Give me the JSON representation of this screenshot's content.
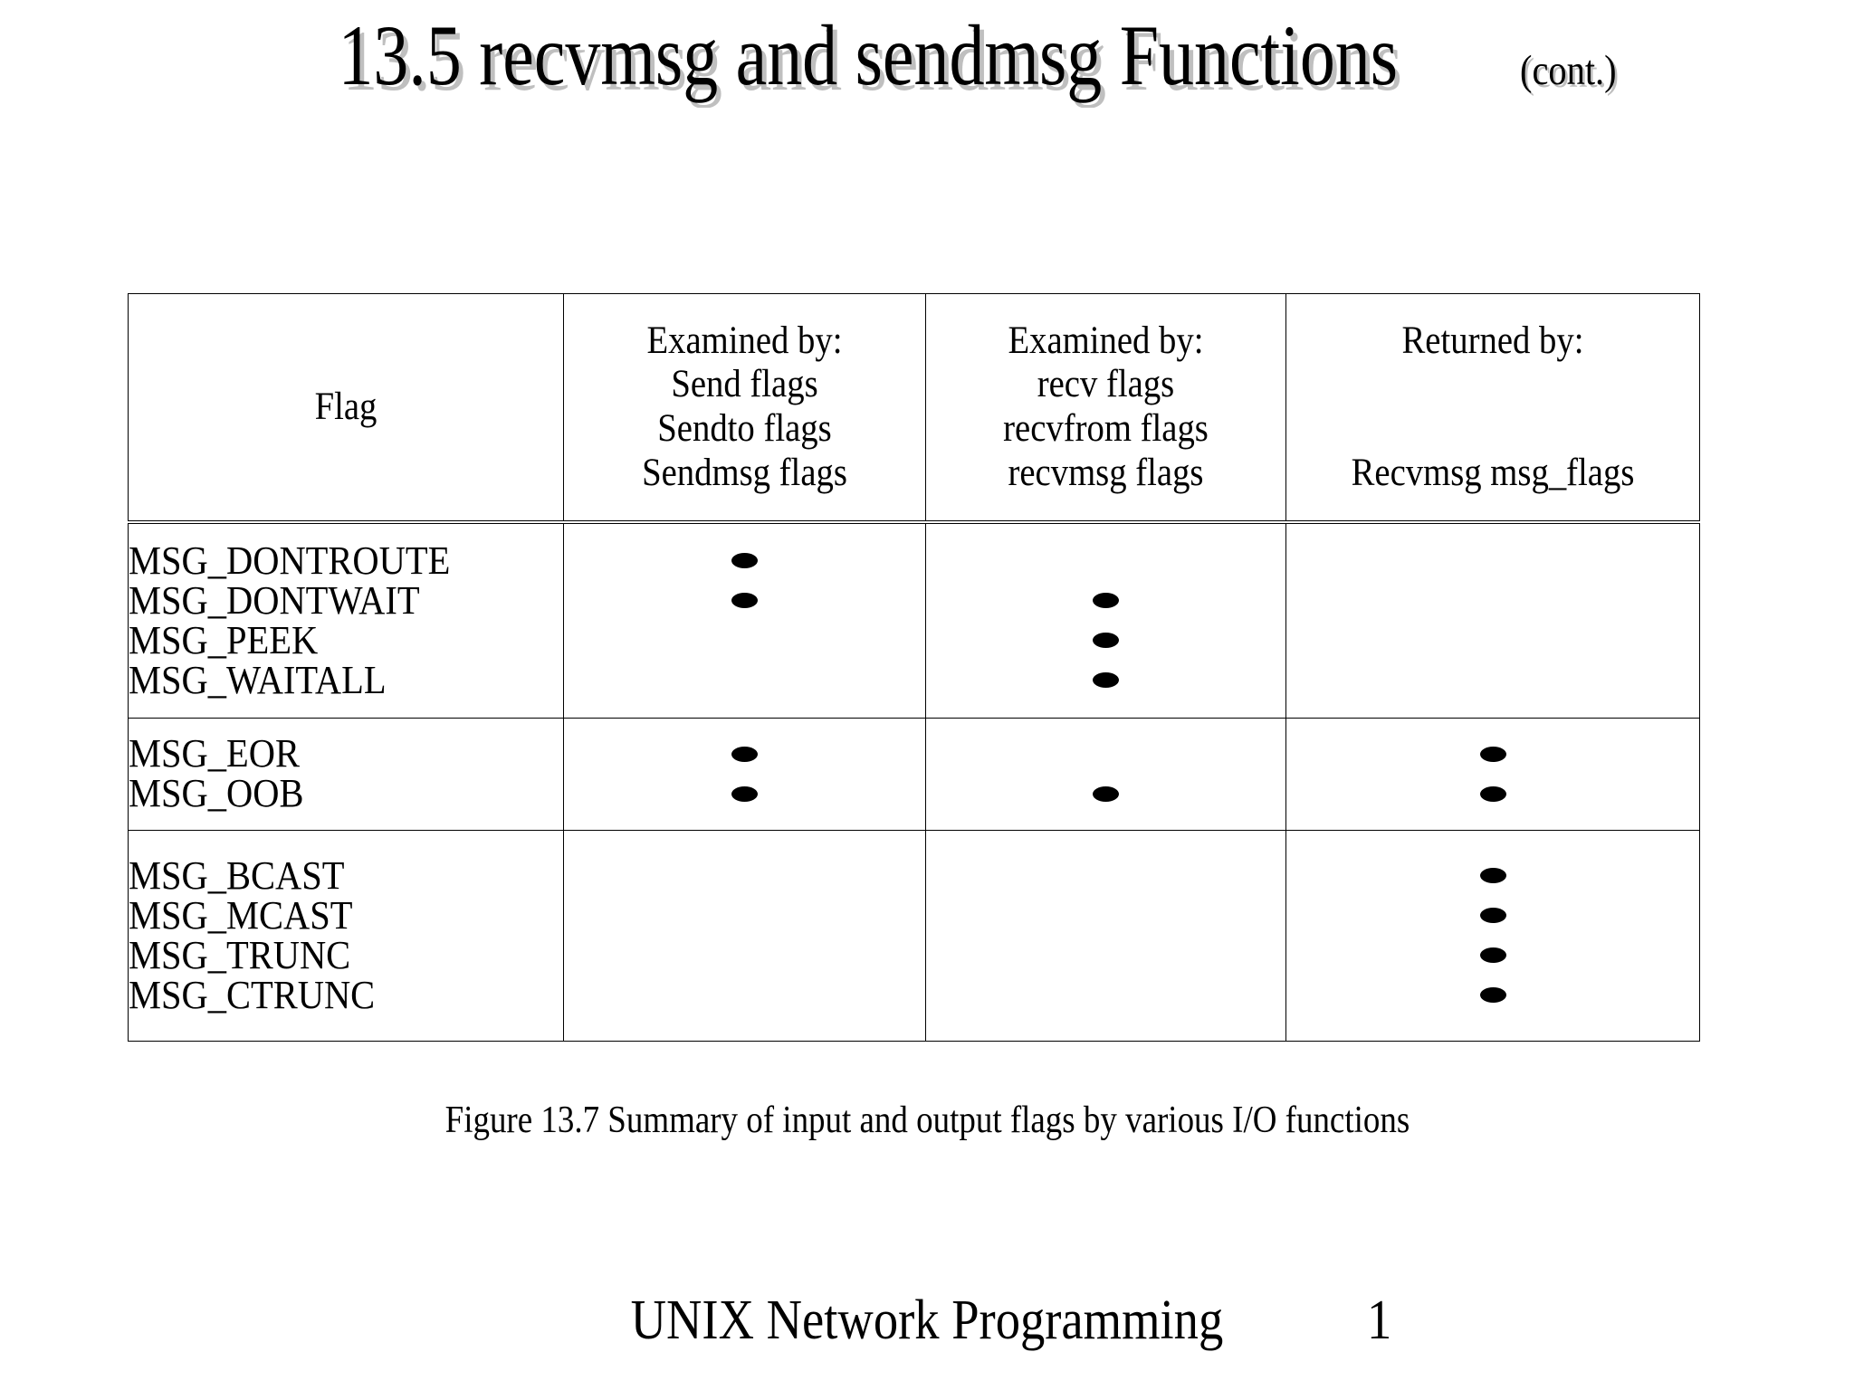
{
  "slide": {
    "title_main": "13.5 recvmsg and sendmsg Functions",
    "title_cont": "(cont.)",
    "figure_caption": "Figure 13.7 Summary of input and output flags by various I/O functions",
    "footer_text": "UNIX Network Programming",
    "page_number": "1",
    "background_color": "#ffffff",
    "text_color": "#000000",
    "title_shadow_color": "#bfbfbf"
  },
  "table": {
    "columns": [
      {
        "key": "flag",
        "lines": [
          "",
          "",
          "Flag",
          ""
        ]
      },
      {
        "key": "send",
        "lines": [
          "Examined by:",
          "Send flags",
          "Sendto flags",
          "Sendmsg flags"
        ]
      },
      {
        "key": "recv",
        "lines": [
          "Examined by:",
          "recv flags",
          "recvfrom flags",
          "recvmsg flags"
        ]
      },
      {
        "key": "returned",
        "lines": [
          "Returned by:",
          "",
          "",
          "Recvmsg msg_flags"
        ]
      }
    ],
    "groups": [
      {
        "rows": [
          {
            "flag": "MSG_DONTROUTE",
            "send": true,
            "recv": false,
            "returned": false
          },
          {
            "flag": "MSG_DONTWAIT",
            "send": true,
            "recv": true,
            "returned": false
          },
          {
            "flag": "MSG_PEEK",
            "send": false,
            "recv": true,
            "returned": false
          },
          {
            "flag": "MSG_WAITALL",
            "send": false,
            "recv": true,
            "returned": false
          }
        ]
      },
      {
        "rows": [
          {
            "flag": "MSG_EOR",
            "send": true,
            "recv": false,
            "returned": true
          },
          {
            "flag": "MSG_OOB",
            "send": true,
            "recv": true,
            "returned": true
          }
        ]
      },
      {
        "rows": [
          {
            "flag": "MSG_BCAST",
            "send": false,
            "recv": false,
            "returned": true
          },
          {
            "flag": "MSG_MCAST",
            "send": false,
            "recv": false,
            "returned": true
          },
          {
            "flag": "MSG_TRUNC",
            "send": false,
            "recv": false,
            "returned": true
          },
          {
            "flag": "MSG_CTRUNC",
            "send": false,
            "recv": false,
            "returned": true
          }
        ]
      }
    ],
    "mark_symbol": "filled-ellipse-bullet"
  }
}
